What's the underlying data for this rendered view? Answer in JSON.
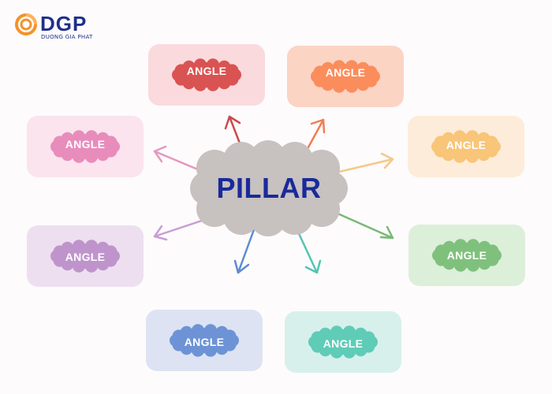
{
  "logo": {
    "name": "DGP",
    "subtitle": "DUONG GIA PHAT",
    "brand_color": "#1e2f8c",
    "accent_color": "#f2932c"
  },
  "center": {
    "label": "PILLAR",
    "text_color": "#1a2a9a",
    "cloud_color": "#c7c1bf"
  },
  "nodes": [
    {
      "id": "top-left",
      "label": "ANGLE",
      "box_color": "#fadadd",
      "cloud_color": "#d95352",
      "arrow_color": "#c94a4e"
    },
    {
      "id": "top-right",
      "label": "ANGLE",
      "box_color": "#fbd4c4",
      "cloud_color": "#fb8d5c",
      "arrow_color": "#f27c52"
    },
    {
      "id": "upper-left",
      "label": "ANGLE",
      "box_color": "#fbe4ee",
      "cloud_color": "#e88cbc",
      "arrow_color": "#e29ac0"
    },
    {
      "id": "upper-right",
      "label": "ANGLE",
      "box_color": "#fdecd9",
      "cloud_color": "#f8c579",
      "arrow_color": "#f3c98a"
    },
    {
      "id": "lower-left",
      "label": "ANGLE",
      "box_color": "#eddff0",
      "cloud_color": "#bf94cc",
      "arrow_color": "#c79fd6"
    },
    {
      "id": "lower-right",
      "label": "ANGLE",
      "box_color": "#dcefd9",
      "cloud_color": "#7fc17c",
      "arrow_color": "#78b977"
    },
    {
      "id": "bottom-left",
      "label": "ANGLE",
      "box_color": "#dde3f3",
      "cloud_color": "#6d93d6",
      "arrow_color": "#5d8cd1"
    },
    {
      "id": "bottom-right",
      "label": "ANGLE",
      "box_color": "#d7f0ec",
      "cloud_color": "#5fccb7",
      "arrow_color": "#55c4b4"
    }
  ]
}
